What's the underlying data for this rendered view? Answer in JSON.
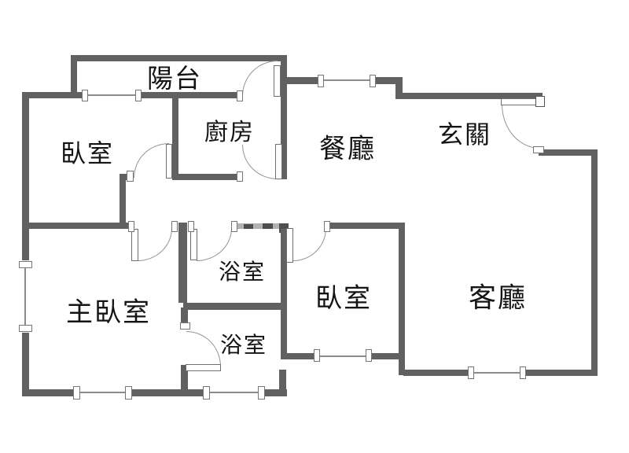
{
  "floor_plan": {
    "type": "apartment-floor-plan",
    "language": "zh-TW",
    "colors": {
      "wall": "#616161",
      "background": "#ffffff",
      "text": "#141414",
      "door_arc": "#949494"
    },
    "rooms": [
      {
        "id": "balcony",
        "label": "陽台"
      },
      {
        "id": "bedroom-1",
        "label": "臥室"
      },
      {
        "id": "kitchen",
        "label": "廚房"
      },
      {
        "id": "dining-room",
        "label": "餐廳"
      },
      {
        "id": "entryway",
        "label": "玄關"
      },
      {
        "id": "master-bedroom",
        "label": "主臥室"
      },
      {
        "id": "bathroom-upper",
        "label": "浴室"
      },
      {
        "id": "bathroom-lower",
        "label": "浴室"
      },
      {
        "id": "bedroom-2",
        "label": "臥室"
      },
      {
        "id": "living-room",
        "label": "客廳"
      }
    ]
  }
}
